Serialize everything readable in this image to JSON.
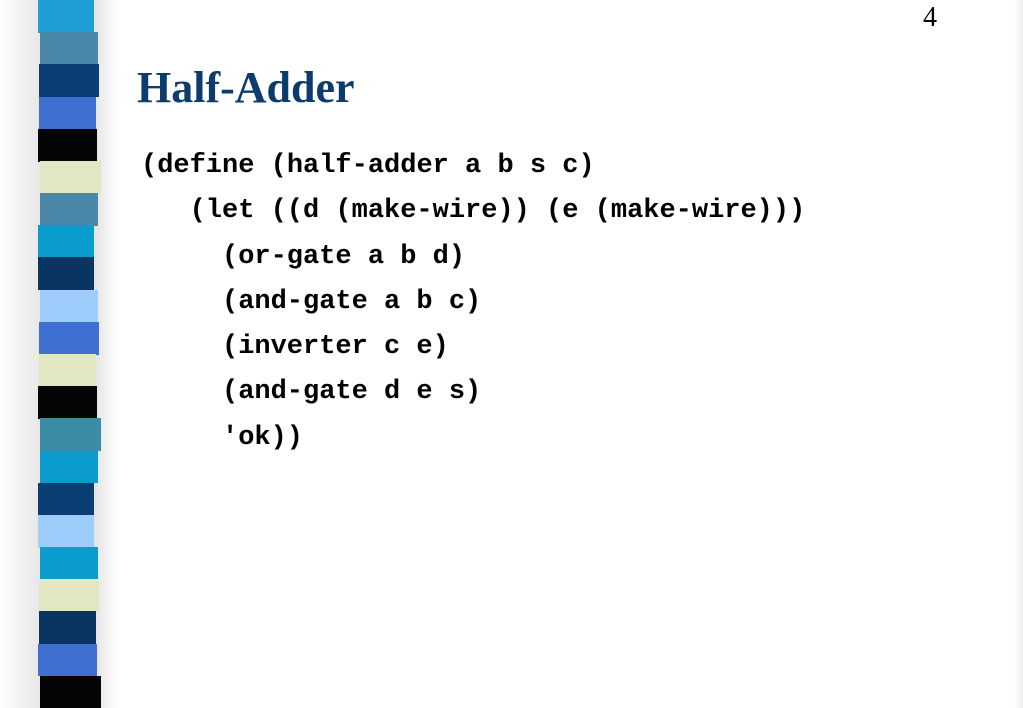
{
  "slide": {
    "page_number": "4",
    "title": "Half-Adder",
    "code_lines": [
      {
        "indent": 0,
        "text": "(define (half-adder a b s c)"
      },
      {
        "indent": 3,
        "text": "(let ((d (make-wire)) (e (make-wire)))"
      },
      {
        "indent": 5,
        "text": "(or-gate a b d)"
      },
      {
        "indent": 5,
        "text": "(and-gate a b c)"
      },
      {
        "indent": 5,
        "text": "(inverter c e)"
      },
      {
        "indent": 5,
        "text": "(and-gate d e s)"
      },
      {
        "indent": 5,
        "text": "'ok))"
      }
    ]
  },
  "theme": {
    "title_color": "#0d3b6e",
    "stripe_colors": {
      "sky": "#1e9fd6",
      "steel": "#4a87a8",
      "navy": "#0a3d73",
      "royal": "#3e6fd1",
      "black": "#050505",
      "cream": "#e3e6c2",
      "pale_blue": "#9fcdfb",
      "teal": "#3d8ca6",
      "cyan": "#0a9ccc",
      "dark_navy": "#0a3563"
    },
    "stripe_sequence": [
      "sky",
      "steel",
      "navy",
      "royal",
      "black",
      "cream",
      "steel",
      "cyan",
      "dark_navy",
      "pale_blue",
      "royal",
      "cream",
      "black",
      "teal",
      "cyan",
      "navy",
      "pale_blue",
      "cyan",
      "cream",
      "dark_navy",
      "royal",
      "black"
    ]
  }
}
